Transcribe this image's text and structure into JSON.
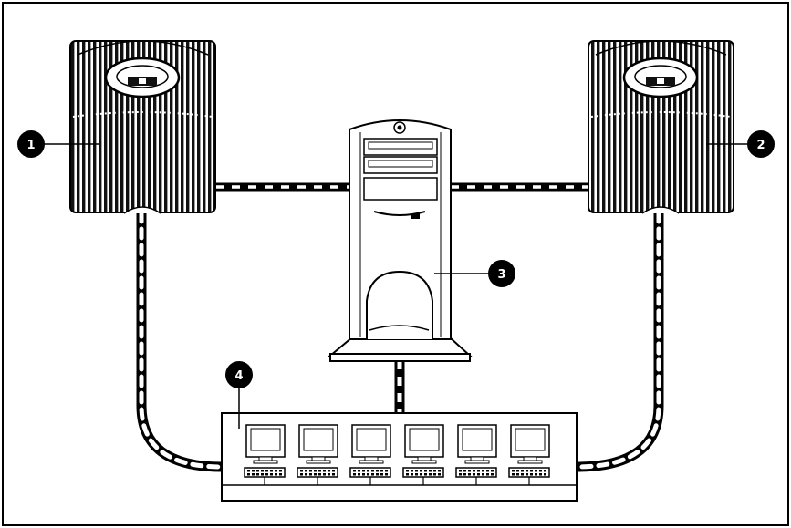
{
  "callouts": {
    "ups_left": "1",
    "ups_right": "2",
    "server": "3",
    "switch": "4"
  },
  "workstation_count": 6,
  "colors": {
    "outline": "#000000",
    "fill": "#ffffff",
    "cable_dash": "#ffffff",
    "callout_bg": "#000000",
    "callout_text": "#ffffff"
  },
  "icons": {
    "ups": "ups-icon",
    "server": "tower-server-icon",
    "switch": "kvm-switch-icon",
    "workstation": "monitor-keyboard-icon"
  }
}
